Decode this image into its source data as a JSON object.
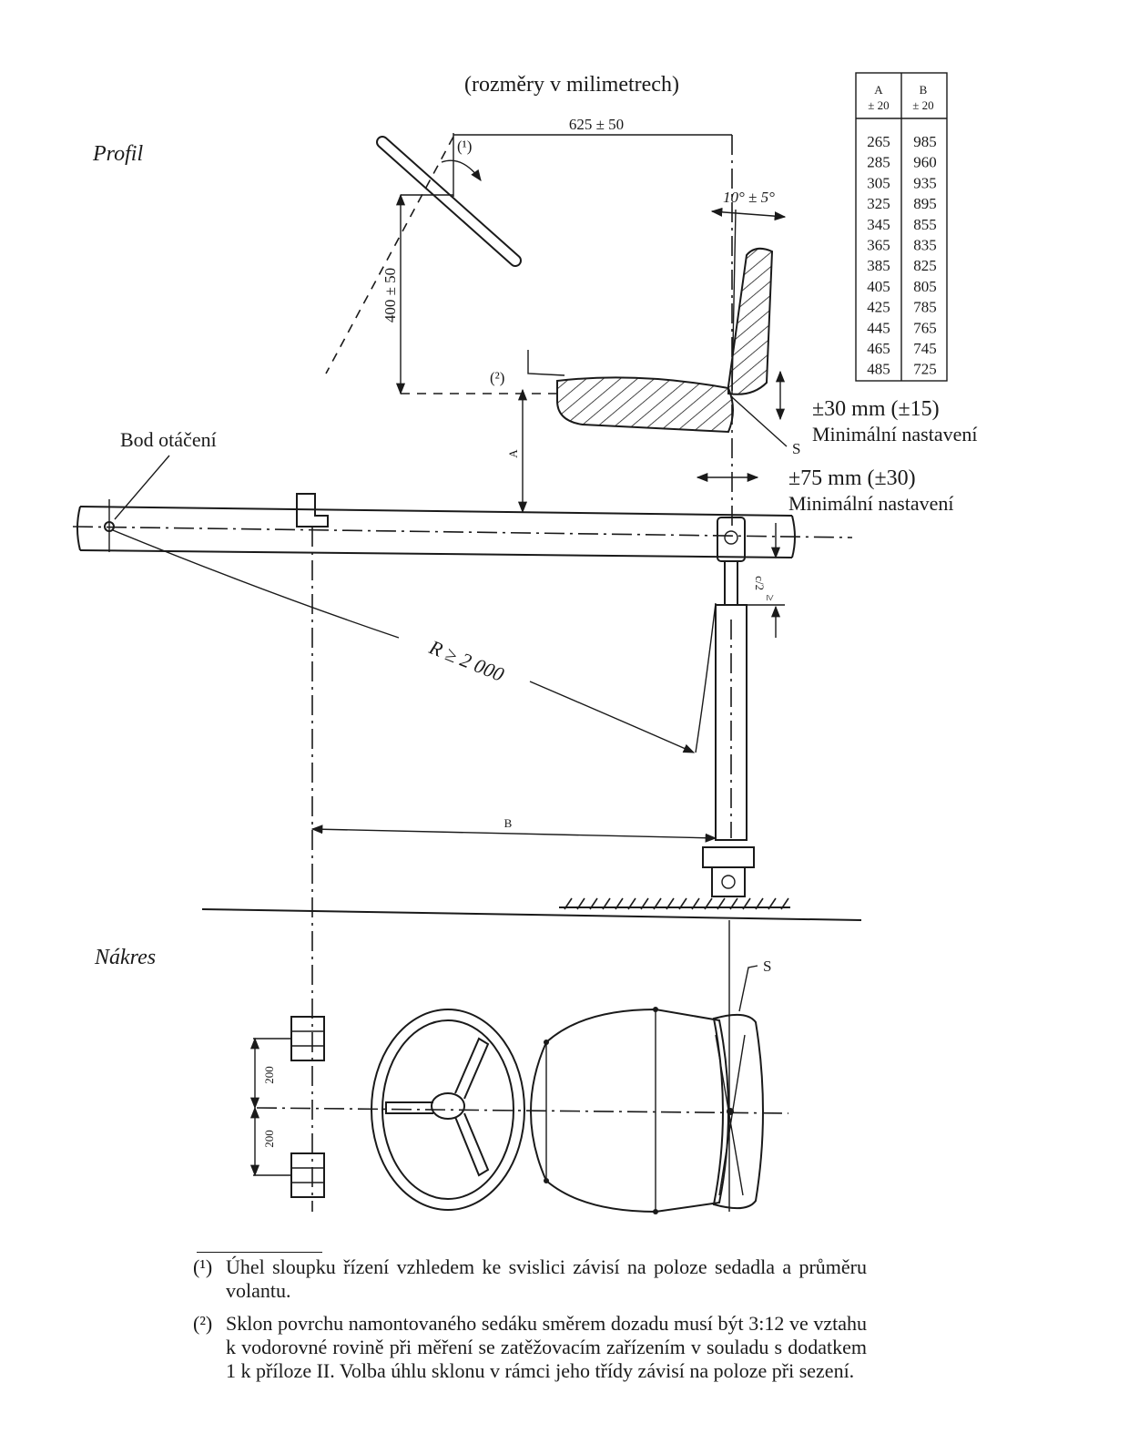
{
  "header": {
    "units_note": "(rozměry v milimetrech)",
    "view_profile": "Profil",
    "view_plan": "Nákres"
  },
  "dimensions": {
    "horizontal_wheel_to_seat": "625 ± 50",
    "vertical_wheel_height": "400 ± 50",
    "backrest_angle": "10° ± 5°",
    "radius": "R ≥ 2 000",
    "dim_a": "A",
    "dim_b": "B",
    "half_c": "c/2",
    "ge": "≥",
    "plan_spacing_top": "200",
    "plan_spacing_bottom": "200"
  },
  "labels": {
    "pivot": "Bod otáčení",
    "vertical_adjust": "±30 mm (±15)",
    "vertical_adjust_note": "Minimální nastavení",
    "horizontal_adjust": "±75 mm (±30)",
    "horizontal_adjust_note": "Minimální nastavení",
    "seat_point": "S",
    "seat_point_plan": "S",
    "ref1": "(¹)",
    "ref2": "(²)"
  },
  "table": {
    "headers": [
      {
        "name": "A",
        "tol": "± 20"
      },
      {
        "name": "B",
        "tol": "± 20"
      }
    ],
    "rows": [
      [
        "265",
        "985"
      ],
      [
        "285",
        "960"
      ],
      [
        "305",
        "935"
      ],
      [
        "325",
        "895"
      ],
      [
        "345",
        "855"
      ],
      [
        "365",
        "835"
      ],
      [
        "385",
        "825"
      ],
      [
        "405",
        "805"
      ],
      [
        "425",
        "785"
      ],
      [
        "445",
        "765"
      ],
      [
        "465",
        "745"
      ],
      [
        "485",
        "725"
      ]
    ]
  },
  "footnotes": [
    {
      "mark": "(¹)",
      "text": "Úhel sloupku řízení vzhledem ke svislici závisí na poloze sedadla a průměru volantu."
    },
    {
      "mark": "(²)",
      "text": "Sklon povrchu namontovaného sedáku směrem dozadu musí být 3:12 ve vztahu k vodorovné rovině při měření se zatěžovacím zařízením v souladu s dodatkem 1 k příloze II. Volba úhlu sklonu v rámci jeho třídy závisí na poloze při sezení."
    }
  ]
}
